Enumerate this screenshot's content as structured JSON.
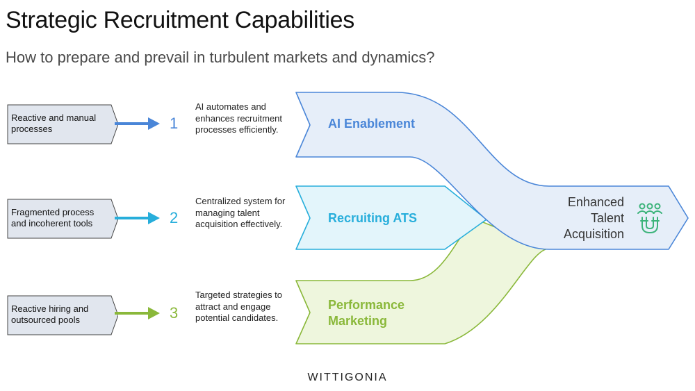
{
  "title": "Strategic Recruitment Capabilities",
  "subtitle": "How to prepare and prevail in turbulent markets and dynamics?",
  "rows": [
    {
      "problem": "Reactive and manual processes",
      "number": "1",
      "description": "AI automates and enhances recruitment processes efficiently.",
      "capability": "AI Enablement",
      "color": "#4a86d8",
      "fill": "#e6eef9"
    },
    {
      "problem": "Fragmented process and incoherent tools",
      "number": "2",
      "description": "Centralized system for managing talent acquisition effectively.",
      "capability": "Recruiting ATS",
      "color": "#27aedb",
      "fill": "#e3f5fb"
    },
    {
      "problem": "Reactive hiring and outsourced pools",
      "number": "3",
      "description": "Targeted strategies to attract and engage potential candidates.",
      "capability": "Performance Marketing",
      "color": "#8ab83a",
      "fill": "#eef6dd"
    }
  ],
  "result": {
    "label": "Enhanced Talent Acquisition",
    "icon": "team-magnet-icon",
    "icon_color": "#3bb37a"
  },
  "brand": "WITTIGONIA"
}
